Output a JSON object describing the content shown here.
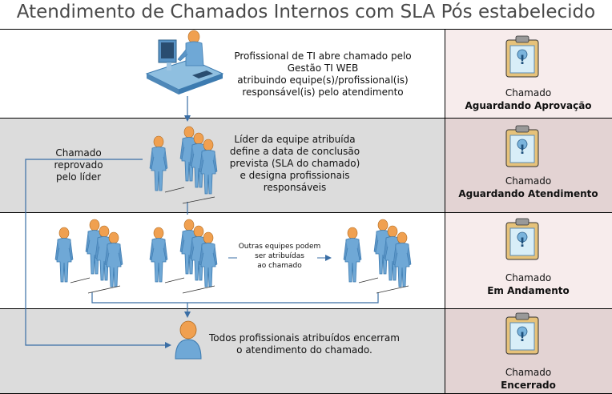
{
  "title": "Atendimento de Chamados Internos com SLA Pós estabelecido",
  "lanes": [
    {
      "text": [
        "Profissional de TI abre chamado pelo",
        "Gestão TI WEB",
        "atribuindo equipe(s)/profissional(is)",
        "responsável(is) pelo atendimento"
      ],
      "status_prefix": "Chamado",
      "status": "Aguardando Aprovação",
      "color": "#ffffff",
      "status_color": "#f7ecec"
    },
    {
      "text": [
        "Líder da equipe atribuída",
        "define a data de conclusão",
        "prevista (SLA do chamado)",
        "e designa profissionais",
        "responsáveis"
      ],
      "status_prefix": "Chamado",
      "status": "Aguardando Atendimento",
      "color": "#dcdcdc",
      "status_color": "#e3d3d3"
    },
    {
      "text": [
        "Outras equipes podem",
        "ser atribuídas",
        "ao chamado"
      ],
      "status_prefix": "Chamado",
      "status": "Em Andamento",
      "color": "#ffffff",
      "status_color": "#f7ecec"
    },
    {
      "text": [
        "Todos profissionais atribuídos encerram",
        "o atendimento do chamado."
      ],
      "status_prefix": "Chamado",
      "status": "Encerrado",
      "color": "#dcdcdc",
      "status_color": "#e3d3d3"
    }
  ],
  "reject_label": [
    "Chamado",
    "reprovado",
    "pelo líder"
  ],
  "colors": {
    "arrow": "#3a6ea5",
    "person": "#6fa8d6",
    "person_dark": "#3d7bb0",
    "head": "#f0a050",
    "clipboard": "#e6c27a"
  }
}
